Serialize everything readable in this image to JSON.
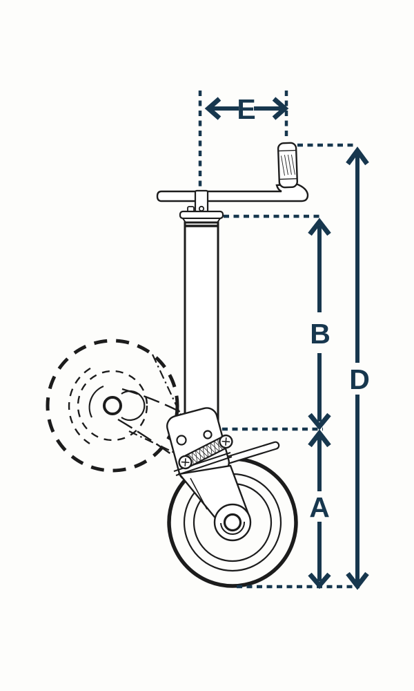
{
  "page": {
    "background_color": "#fdfdfb"
  },
  "diagram": {
    "name": "jockey-wheel-dimension-diagram",
    "dimension_labels": {
      "e": "E",
      "b": "B",
      "d": "D",
      "a": "A"
    },
    "colors": {
      "dimension_lines": "#17374e",
      "drawing_lines": "#1c1c1c",
      "fill": "#ffffff"
    }
  }
}
